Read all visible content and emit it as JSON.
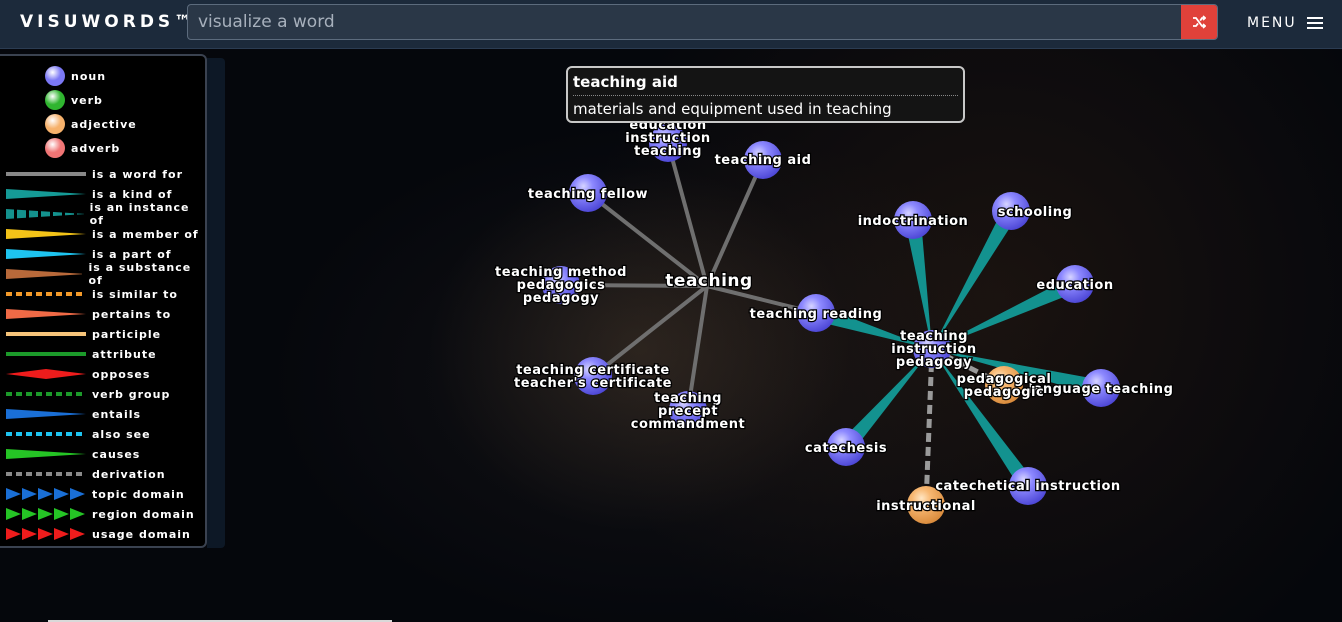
{
  "header": {
    "logo": "VISUWORDS™",
    "search_placeholder": "visualize a word",
    "shuffle_icon": "shuffle-icon",
    "menu_label": "MENU",
    "menu_icon": "hamburger-icon"
  },
  "tooltip": {
    "title": "teaching aid",
    "definition": "materials and equipment used in teaching"
  },
  "legend": {
    "parts_of_speech": [
      {
        "label": "noun",
        "color": "#7b78f5"
      },
      {
        "label": "verb",
        "color": "#2fb52f"
      },
      {
        "label": "adjective",
        "color": "#f6b16b"
      },
      {
        "label": "adverb",
        "color": "#f07575"
      }
    ],
    "relations": [
      {
        "label": "is a word for",
        "color": "#888888",
        "style": "solid"
      },
      {
        "label": "is a kind of",
        "color": "#159a96",
        "style": "taper"
      },
      {
        "label": "is an instance of",
        "color": "#159a96",
        "style": "dashtaper"
      },
      {
        "label": "is a member of",
        "color": "#f3c318",
        "style": "taper"
      },
      {
        "label": "is a part of",
        "color": "#1ec4f0",
        "style": "taper"
      },
      {
        "label": "is a substance of",
        "color": "#b8693a",
        "style": "taper"
      },
      {
        "label": "is similar to",
        "color": "#f39a2a",
        "style": "dashed"
      },
      {
        "label": "pertains to",
        "color": "#f06a46",
        "style": "taper"
      },
      {
        "label": "participle",
        "color": "#f6c47a",
        "style": "solid"
      },
      {
        "label": "attribute",
        "color": "#1c9a2a",
        "style": "solid"
      },
      {
        "label": "opposes",
        "color": "#ee1c1c",
        "style": "diamond"
      },
      {
        "label": "verb group",
        "color": "#1c9a2a",
        "style": "dashed"
      },
      {
        "label": "entails",
        "color": "#1a6fd6",
        "style": "taper"
      },
      {
        "label": "also see",
        "color": "#1ec4f0",
        "style": "dashed"
      },
      {
        "label": "causes",
        "color": "#25c425",
        "style": "taper"
      },
      {
        "label": "derivation",
        "color": "#8a8a8a",
        "style": "dashed"
      },
      {
        "label": "topic domain",
        "color": "#1a6fd6",
        "style": "arrows"
      },
      {
        "label": "region domain",
        "color": "#25c425",
        "style": "arrows"
      },
      {
        "label": "usage domain",
        "color": "#ee1c1c",
        "style": "arrows"
      }
    ]
  },
  "graph": {
    "hub": "teaching",
    "nodes": [
      {
        "id": "edu",
        "lines": [
          "education",
          "instruction",
          "teaching"
        ],
        "pos": "noun"
      },
      {
        "id": "aid",
        "lines": [
          "teaching aid"
        ],
        "pos": "noun"
      },
      {
        "id": "fellow",
        "lines": [
          "teaching fellow"
        ],
        "pos": "noun"
      },
      {
        "id": "method",
        "lines": [
          "teaching method",
          "pedagogics",
          "pedagogy"
        ],
        "pos": "noun"
      },
      {
        "id": "reading",
        "lines": [
          "teaching reading"
        ],
        "pos": "noun"
      },
      {
        "id": "cert",
        "lines": [
          "teaching certificate",
          "teacher's certificate"
        ],
        "pos": "noun"
      },
      {
        "id": "precept",
        "lines": [
          "teaching",
          "precept",
          "commandment"
        ],
        "pos": "noun"
      },
      {
        "id": "tip",
        "lines": [
          "teaching",
          "instruction",
          "pedagogy"
        ],
        "pos": "noun"
      },
      {
        "id": "indoc",
        "lines": [
          "indoctrination"
        ],
        "pos": "noun"
      },
      {
        "id": "schooling",
        "lines": [
          "schooling"
        ],
        "pos": "noun"
      },
      {
        "id": "education",
        "lines": [
          "education"
        ],
        "pos": "noun"
      },
      {
        "id": "langteach",
        "lines": [
          "language teaching"
        ],
        "pos": "noun"
      },
      {
        "id": "pedag",
        "lines": [
          "pedagogical",
          "pedagogic"
        ],
        "pos": "adjective"
      },
      {
        "id": "catechesis",
        "lines": [
          "catechesis"
        ],
        "pos": "noun"
      },
      {
        "id": "catinstr",
        "lines": [
          "catechetical instruction"
        ],
        "pos": "noun"
      },
      {
        "id": "instructional",
        "lines": [
          "instructional"
        ],
        "pos": "adjective"
      }
    ],
    "edges": [
      {
        "from": "hub",
        "to": "edu",
        "relation": "is a word for"
      },
      {
        "from": "hub",
        "to": "aid",
        "relation": "is a word for"
      },
      {
        "from": "hub",
        "to": "fellow",
        "relation": "is a word for"
      },
      {
        "from": "hub",
        "to": "method",
        "relation": "is a word for"
      },
      {
        "from": "hub",
        "to": "reading",
        "relation": "is a word for"
      },
      {
        "from": "hub",
        "to": "cert",
        "relation": "is a word for"
      },
      {
        "from": "hub",
        "to": "precept",
        "relation": "is a word for"
      },
      {
        "from": "reading",
        "to": "tip",
        "relation": "is a kind of"
      },
      {
        "from": "indoc",
        "to": "tip",
        "relation": "is a kind of"
      },
      {
        "from": "schooling",
        "to": "tip",
        "relation": "is a kind of"
      },
      {
        "from": "education",
        "to": "tip",
        "relation": "is a kind of"
      },
      {
        "from": "langteach",
        "to": "tip",
        "relation": "is a kind of"
      },
      {
        "from": "catechesis",
        "to": "tip",
        "relation": "is a kind of"
      },
      {
        "from": "catinstr",
        "to": "tip",
        "relation": "is a kind of"
      },
      {
        "from": "tip",
        "to": "pedag",
        "relation": "derivation"
      },
      {
        "from": "tip",
        "to": "instructional",
        "relation": "derivation"
      }
    ]
  }
}
